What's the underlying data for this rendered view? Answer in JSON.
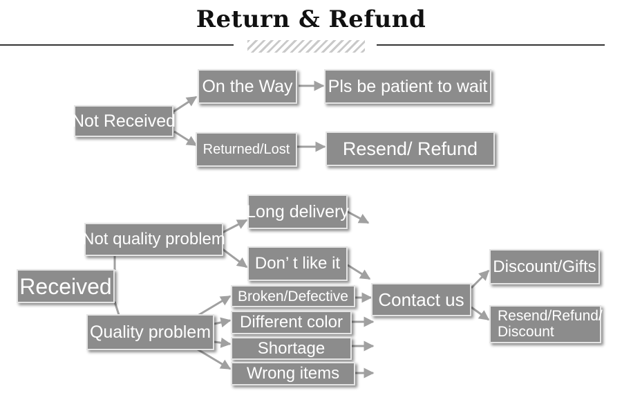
{
  "title": "Return & Refund",
  "colors": {
    "box_fill": "#8c8c8c",
    "box_text": "#ffffff",
    "arrow": "#a0a0a0",
    "title": "#111111"
  },
  "nodes": {
    "not_received": "Not Received",
    "on_the_way": "On the Way",
    "pls_wait": "Pls be patient to wait",
    "returned_lost": "Returned/Lost",
    "resend_refund": "Resend/ Refund",
    "received": "Received",
    "not_quality": "Not quality problem",
    "quality": "Quality problem",
    "long_delivery": "Long delivery",
    "dont_like": "Don’ t like it",
    "broken": "Broken/Defective",
    "different_color": "Different color",
    "shortage": "Shortage",
    "wrong_items": "Wrong items",
    "contact_us": "Contact us",
    "discount_gifts": "Discount/Gifts",
    "resend_refund_discount": "Resend/Refund/ Discount"
  }
}
